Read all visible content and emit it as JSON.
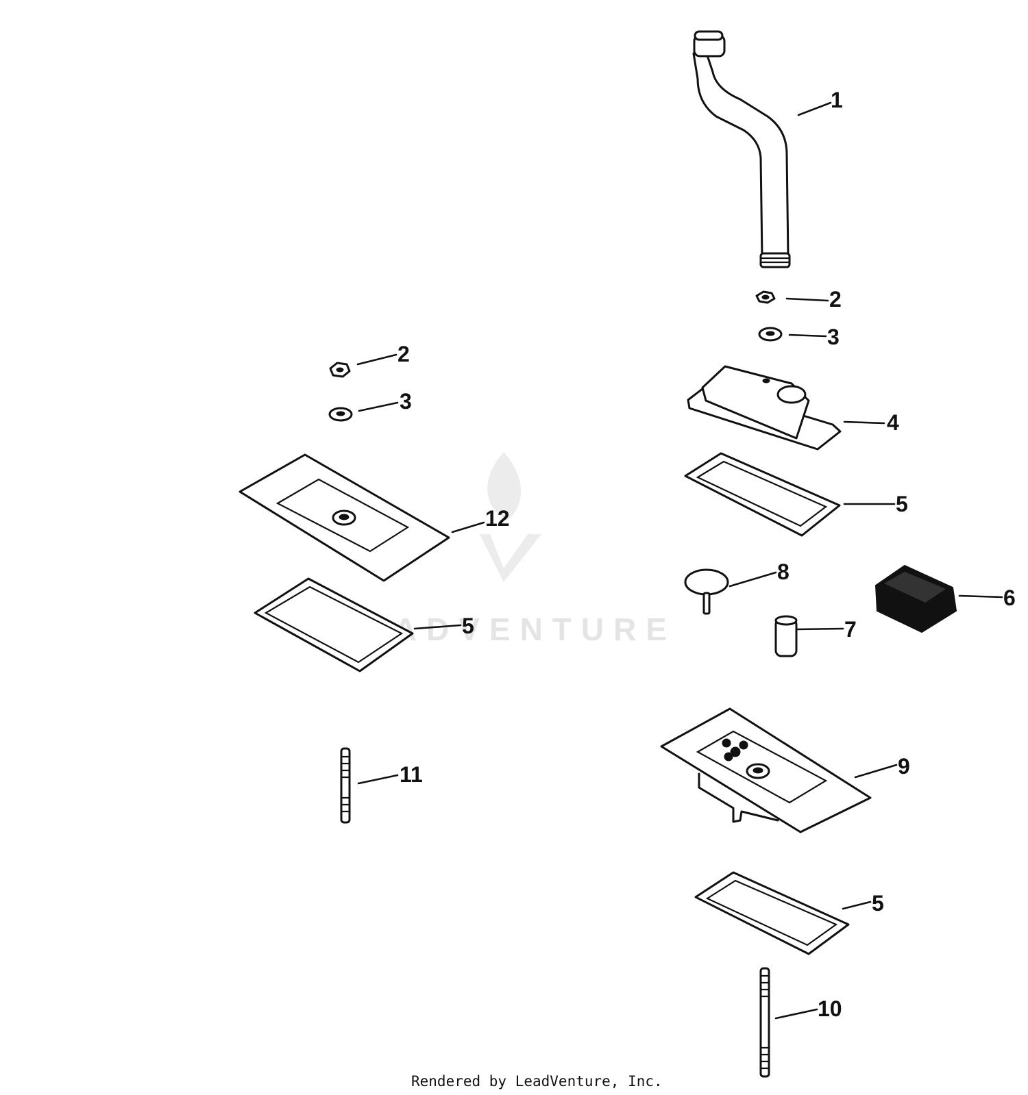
{
  "diagram": {
    "callouts": [
      {
        "id": "c1",
        "label": "1"
      },
      {
        "id": "c2a",
        "label": "2"
      },
      {
        "id": "c3a",
        "label": "3"
      },
      {
        "id": "c2b",
        "label": "2"
      },
      {
        "id": "c3b",
        "label": "3"
      },
      {
        "id": "c4",
        "label": "4"
      },
      {
        "id": "c5a",
        "label": "5"
      },
      {
        "id": "c5b",
        "label": "5"
      },
      {
        "id": "c5c",
        "label": "5"
      },
      {
        "id": "c6",
        "label": "6"
      },
      {
        "id": "c7",
        "label": "7"
      },
      {
        "id": "c8",
        "label": "8"
      },
      {
        "id": "c9",
        "label": "9"
      },
      {
        "id": "c10",
        "label": "10"
      },
      {
        "id": "c11",
        "label": "11"
      },
      {
        "id": "c12",
        "label": "12"
      }
    ]
  },
  "watermark": {
    "text": "LEADVENTURE"
  },
  "footer": {
    "text": "Rendered by LeadVenture, Inc."
  }
}
